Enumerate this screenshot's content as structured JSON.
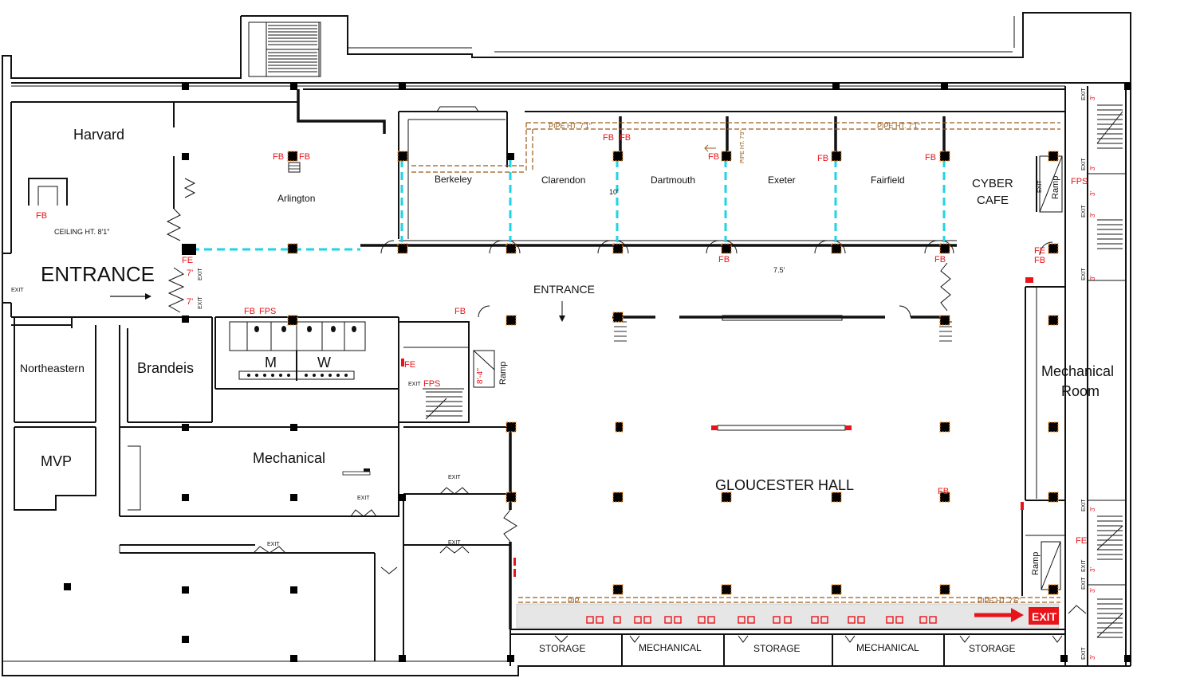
{
  "rooms": {
    "harvard": "Harvard",
    "arlington": "Arlington",
    "berkeley": "Berkeley",
    "clarendon": "Clarendon",
    "dartmouth": "Dartmouth",
    "exeter": "Exeter",
    "fairfield": "Fairfield",
    "cyber_cafe_1": "CYBER",
    "cyber_cafe_2": "CAFE",
    "northeastern": "Northeastern",
    "brandeis": "Brandeis",
    "mvp": "MVP",
    "mechanical": "Mechanical",
    "mechanical_room_1": "Mechanical",
    "mechanical_room_2": "Room",
    "gloucester_hall": "GLOUCESTER HALL",
    "mens": "M",
    "womens": "W",
    "storage_1": "STORAGE",
    "mechanical_bottom_1": "MECHANICAL",
    "storage_2": "STORAGE",
    "mechanical_bottom_2": "MECHANICAL",
    "storage_3": "STORAGE"
  },
  "labels": {
    "entrance_main": "ENTRANCE",
    "entrance_hall": "ENTRANCE",
    "ceiling_height": "CEILING HT. 8'1\"",
    "pipe_ht_1": "PIPE HT. 7'1\"",
    "pipe_ht_2": "PIPE HT. 7'1\"",
    "pipe_ht_3": "PIPE HT. 7'6\"",
    "pipe_ht_4": "PIPE HT. 7'9\"",
    "pip": "PIP",
    "ramp": "Ramp",
    "dim_10": "10'",
    "dim_7_5": "7.5'",
    "dim_7a": "7'",
    "dim_7b": "7'",
    "dim_8_4": "8'-4\"",
    "dim_3": "3'",
    "exit": "EXIT",
    "exit_sign": "EXIT"
  },
  "safety_marks": {
    "fb": "FB",
    "fe": "FE",
    "fps": "FPS"
  },
  "colors": {
    "wall": "#111111",
    "safety_red": "#e8141a",
    "partition_cyan": "#1fd3e6",
    "pipe_brown": "#9b5a1a",
    "column_outline": "#ff8c1a"
  }
}
